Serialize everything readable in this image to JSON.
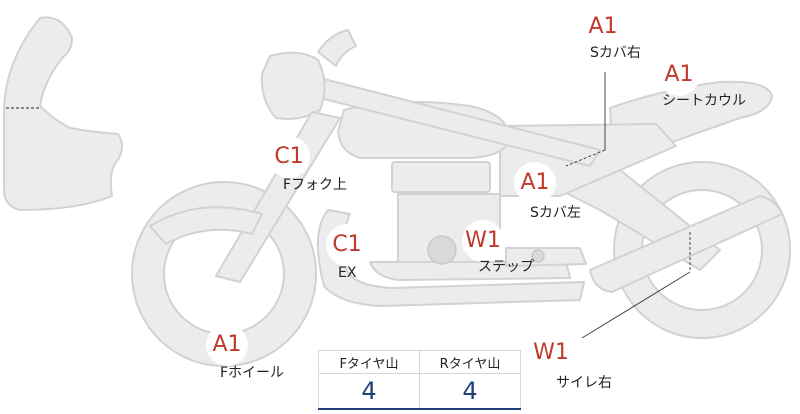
{
  "markers": [
    {
      "id": "s-cover-right",
      "grade": "A1",
      "label": "Sカバ右"
    },
    {
      "id": "seat-cowl",
      "grade": "A1",
      "label": "シートカウル"
    },
    {
      "id": "f-fork-upper",
      "grade": "C1",
      "label": "Fフォク上"
    },
    {
      "id": "s-cover-left",
      "grade": "A1",
      "label": "Sカバ左"
    },
    {
      "id": "exhaust",
      "grade": "C1",
      "label": "EX"
    },
    {
      "id": "step",
      "grade": "W1",
      "label": "ステップ"
    },
    {
      "id": "f-wheel",
      "grade": "A1",
      "label": "Fホイール"
    },
    {
      "id": "silencer-right",
      "grade": "W1",
      "label": "サイレ右"
    }
  ],
  "tire_table": {
    "headers": [
      "Fタイヤ山",
      "Rタイヤ山"
    ],
    "values": [
      "4",
      "4"
    ]
  },
  "colors": {
    "body_fill": "#eaeaea",
    "body_stroke": "#d0d0d0",
    "grade_text": "#c0392b",
    "tire_value": "#1f3f7a"
  }
}
